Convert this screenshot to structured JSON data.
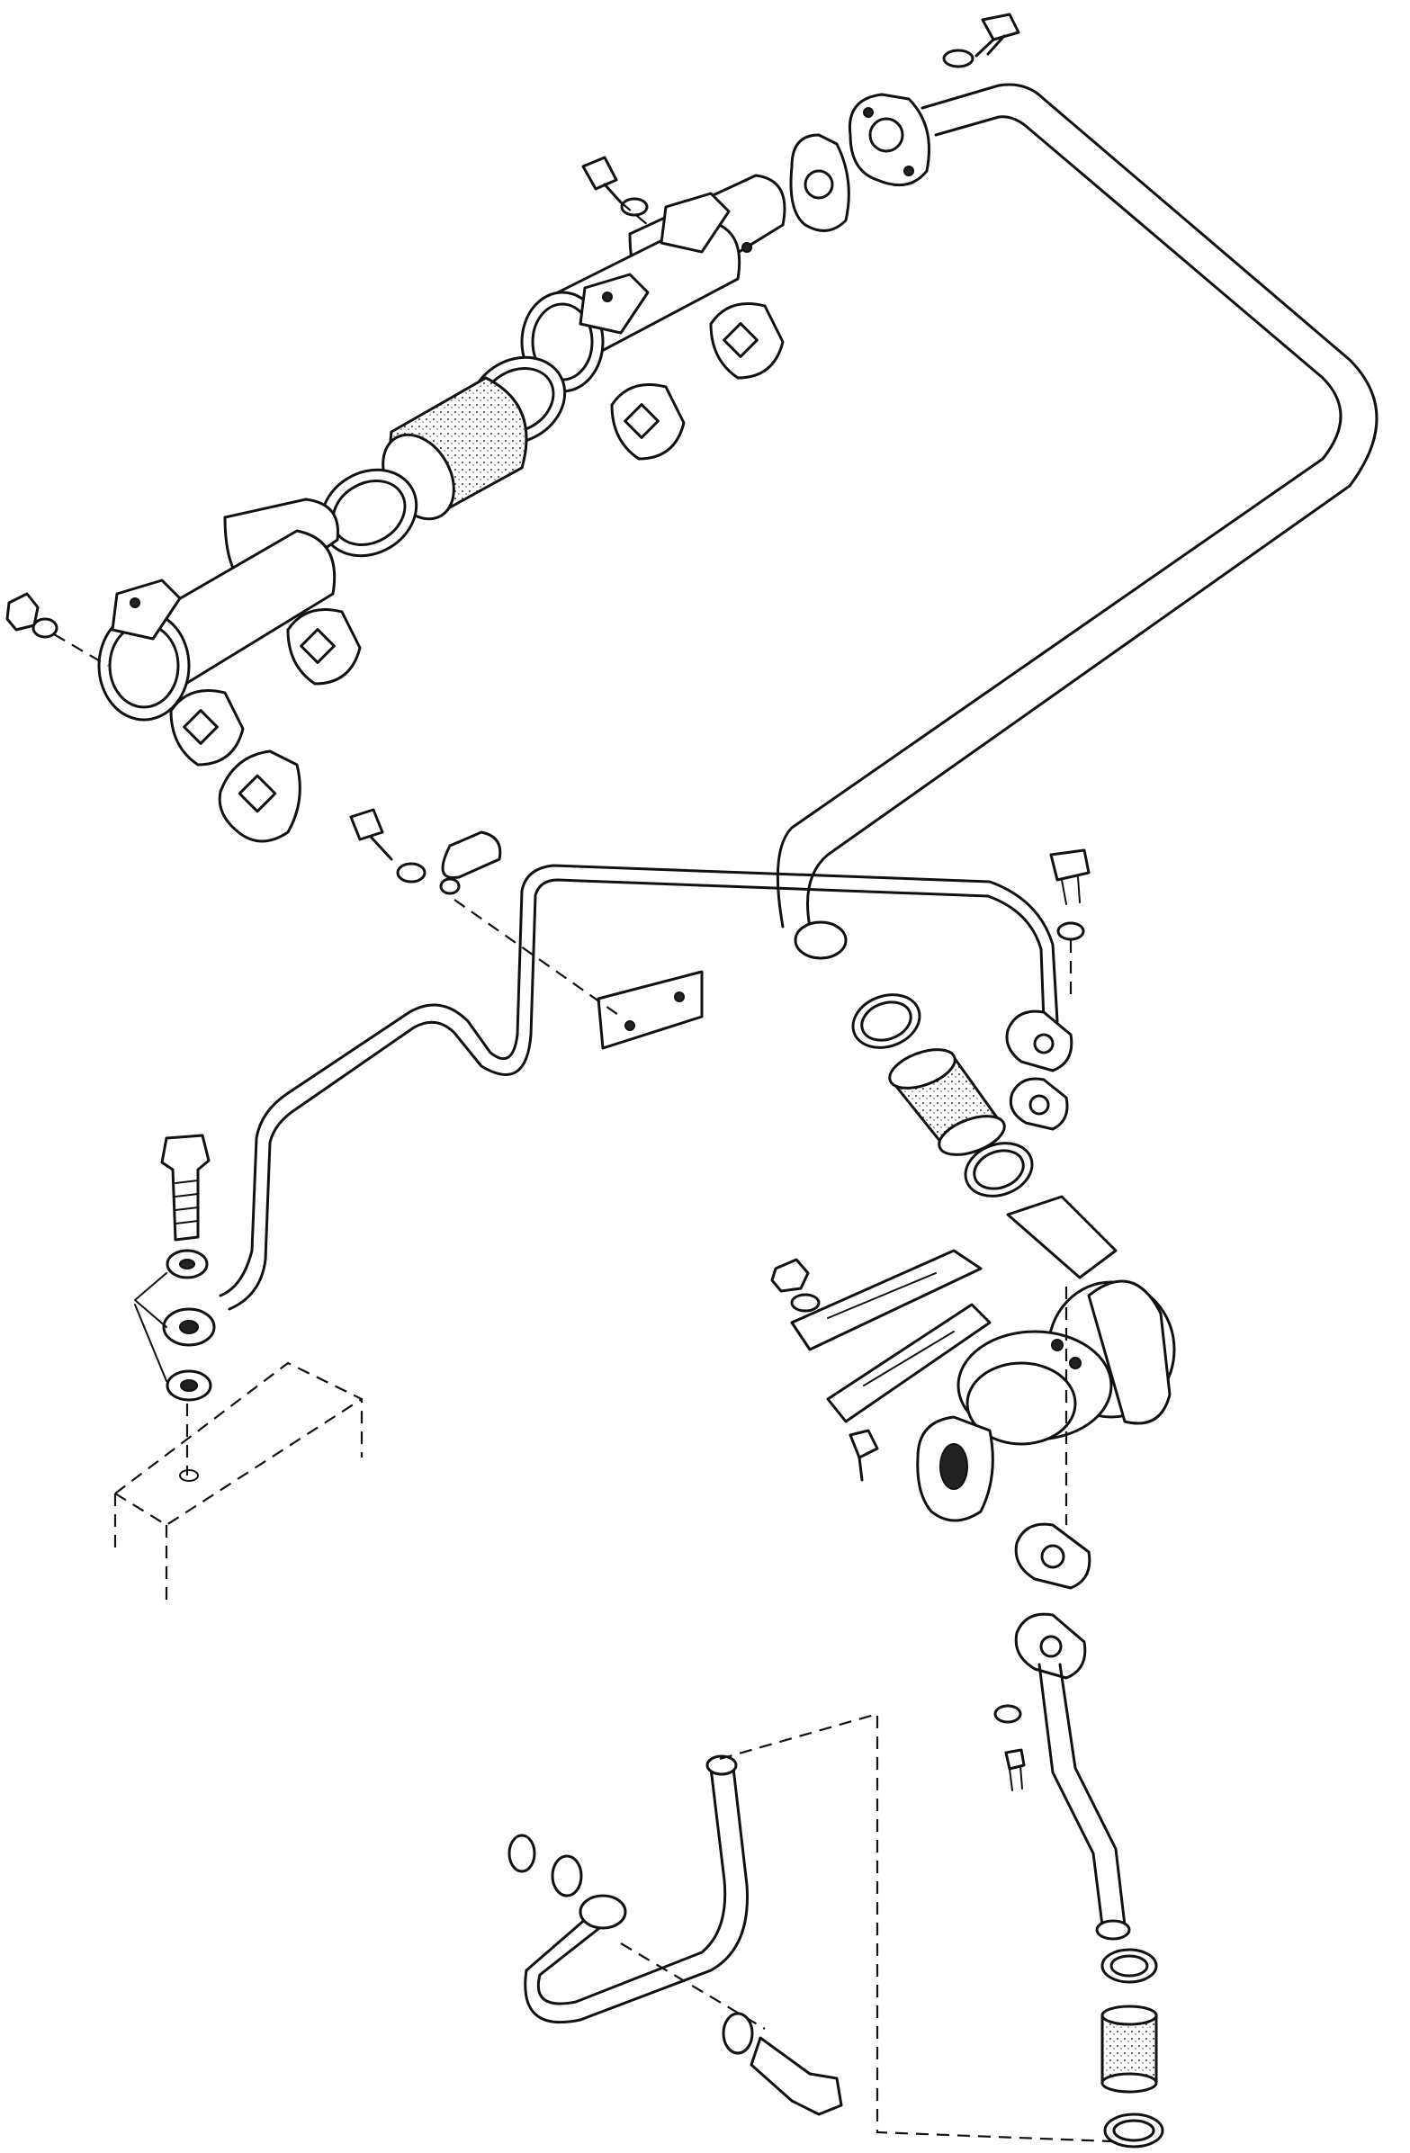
{
  "diagram": {
    "style": "exploded parts illustration, black line art on white",
    "parts": [
      "exhaust-manifold",
      "manifold-gasket",
      "manifold-sleeve",
      "manifold-clamp",
      "exhaust-pipe",
      "exhaust-flange",
      "flange-gasket",
      "flange-bolt",
      "flange-washer",
      "oil-feed-pipe",
      "banjo-bolt",
      "sealing-washer",
      "clip",
      "bracket-plate",
      "hose-clamp",
      "rubber-hose",
      "turbocharger",
      "turbo-gasket",
      "turbo-nut",
      "oil-drain-pipe",
      "drain-hose",
      "cooling-pipe"
    ]
  }
}
